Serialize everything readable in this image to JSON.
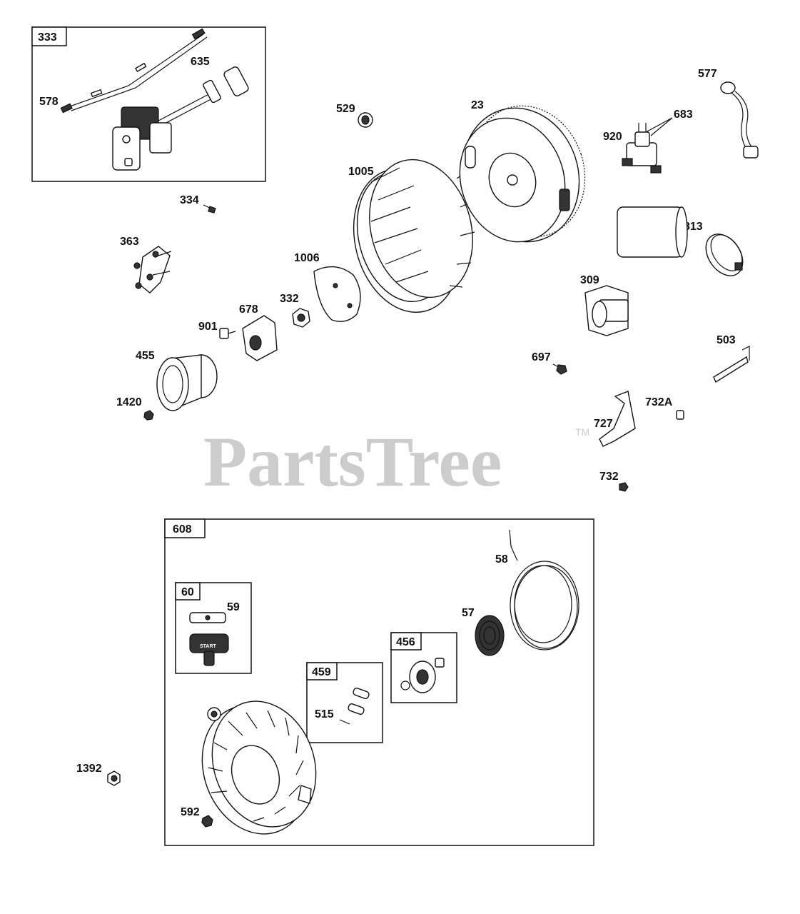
{
  "watermark": {
    "text": "PartsTree",
    "trademark": "TM"
  },
  "boxes": [
    {
      "id": "333",
      "label": "333"
    },
    {
      "id": "608",
      "label": "608"
    },
    {
      "id": "60",
      "label": "60"
    },
    {
      "id": "456",
      "label": "456"
    },
    {
      "id": "459",
      "label": "459"
    }
  ],
  "labels": {
    "p578": "578",
    "p635": "635",
    "p334": "334",
    "p363": "363",
    "p529": "529",
    "p1005": "1005",
    "p23": "23",
    "p920": "920",
    "p683": "683",
    "p577": "577",
    "p813": "813",
    "p1006": "1006",
    "p332": "332",
    "p678": "678",
    "p901": "901",
    "p455": "455",
    "p1420": "1420",
    "p309": "309",
    "p697": "697",
    "p503": "503",
    "p732a": "732A",
    "p727": "727",
    "p732": "732",
    "p58": "58",
    "p59": "59",
    "p57": "57",
    "p515": "515",
    "p1392": "1392",
    "p592": "592"
  },
  "handle_text": "START"
}
